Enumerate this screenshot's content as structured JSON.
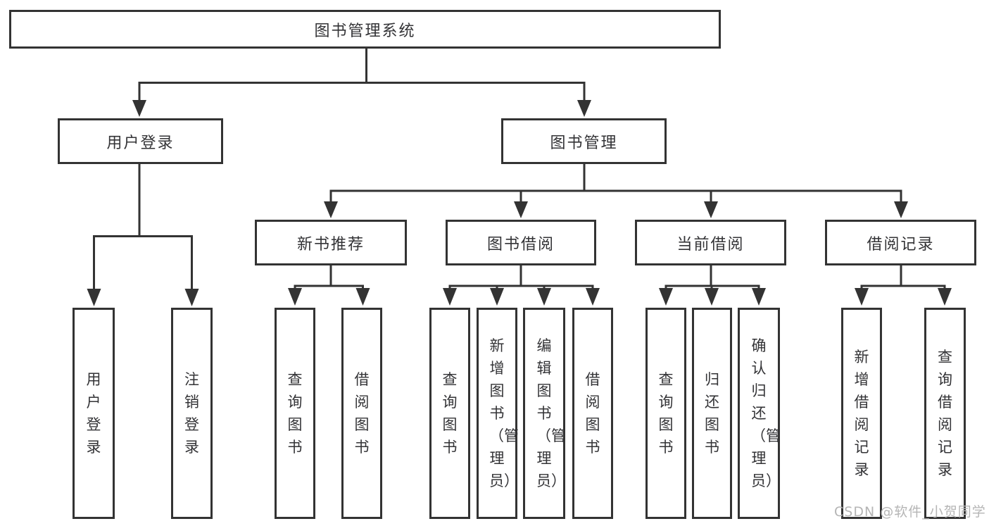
{
  "tree": {
    "label": "图书管理系统",
    "children": [
      {
        "label": "用户登录",
        "children": [
          {
            "label": "用户登录"
          },
          {
            "label": "注销登录"
          }
        ]
      },
      {
        "label": "图书管理",
        "children": [
          {
            "label": "新书推荐",
            "children": [
              {
                "label": "查询图书"
              },
              {
                "label": "借阅图书"
              }
            ]
          },
          {
            "label": "图书借阅",
            "children": [
              {
                "label": "查询图书"
              },
              {
                "label": "新增图书（管理员）"
              },
              {
                "label": "编辑图书（管理员）"
              },
              {
                "label": "借阅图书"
              }
            ]
          },
          {
            "label": "当前借阅",
            "children": [
              {
                "label": "查询图书"
              },
              {
                "label": "归还图书"
              },
              {
                "label": "确认归还（管理员）"
              }
            ]
          },
          {
            "label": "借阅记录",
            "children": [
              {
                "label": "新增借阅记录"
              },
              {
                "label": "查询借阅记录"
              }
            ]
          }
        ]
      }
    ]
  },
  "watermark": {
    "text": "CSDN @软件_小贺同学"
  },
  "colors": {
    "line": "#333333",
    "text": "#333336",
    "background": "#ffffff",
    "watermark": "#b5b5b5"
  }
}
